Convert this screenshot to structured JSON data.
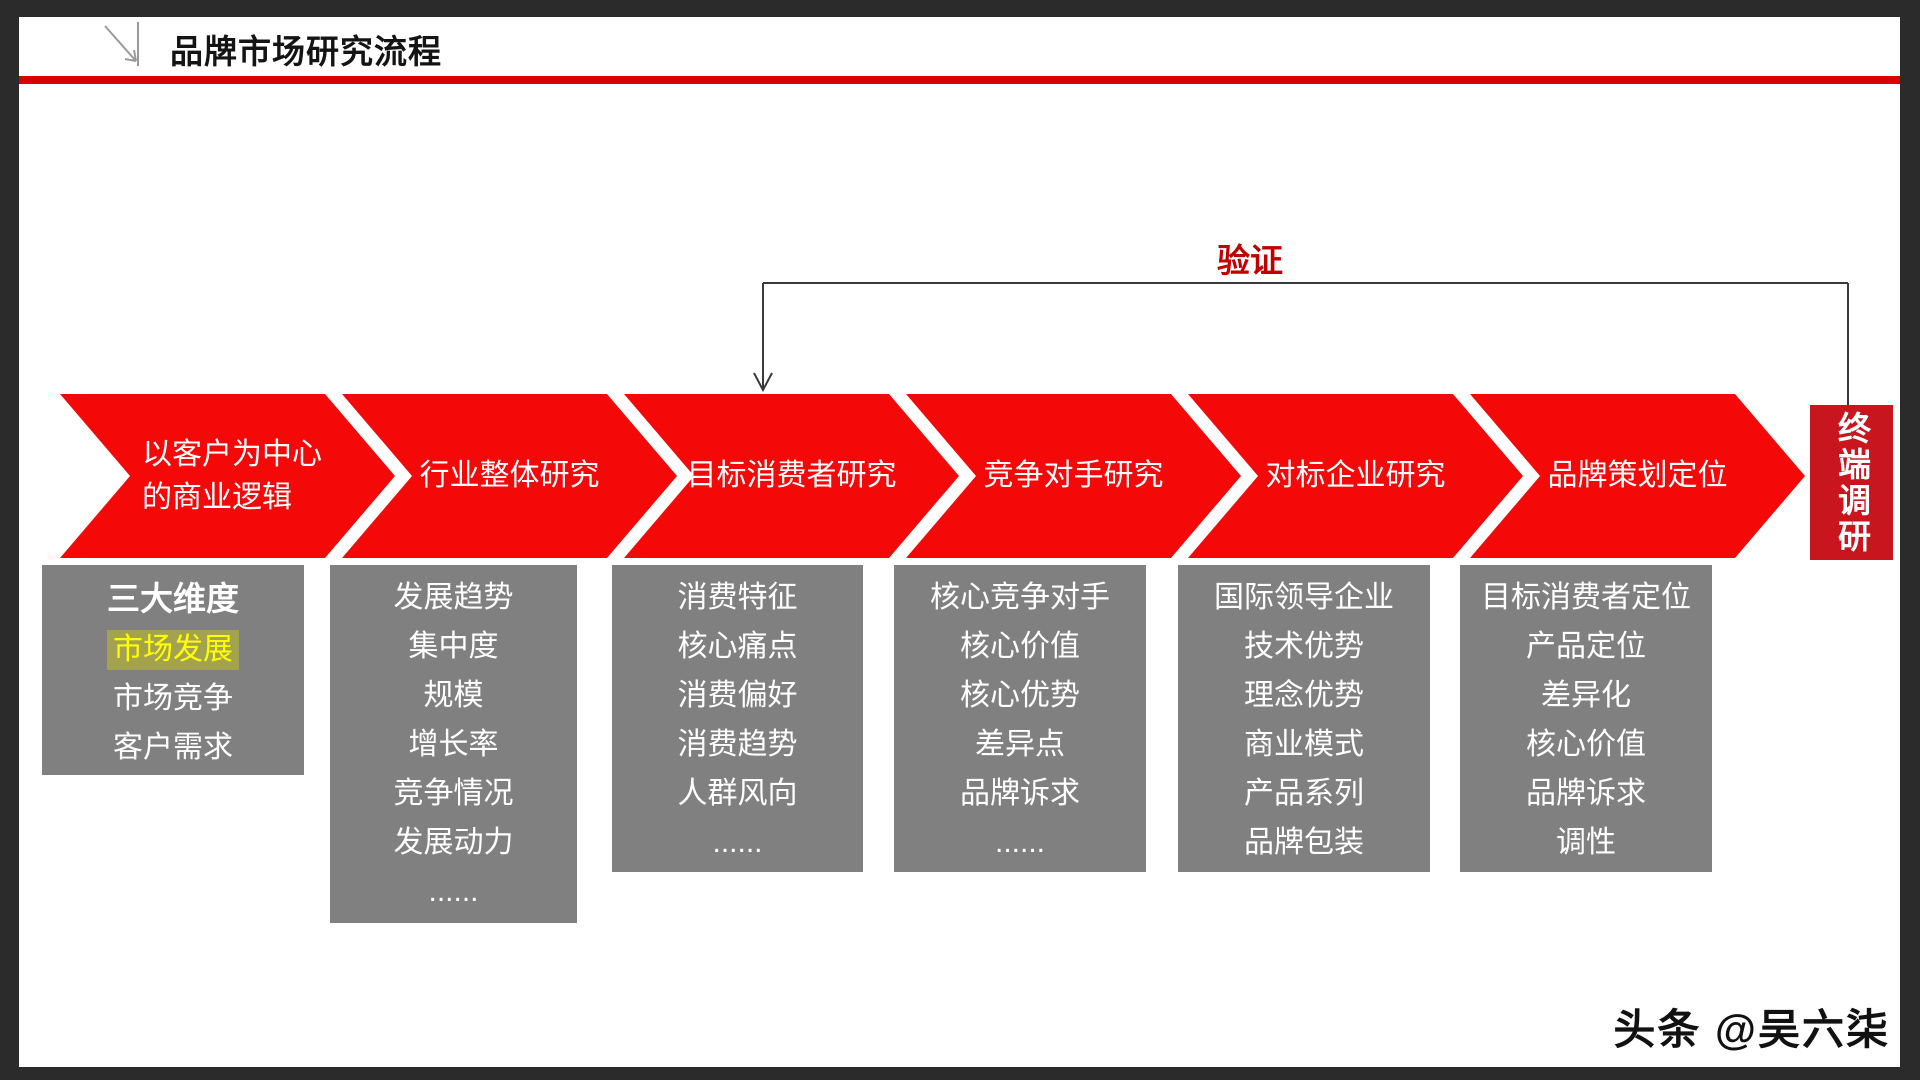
{
  "header": {
    "title": "品牌市场研究流程"
  },
  "verify": {
    "label": "验证"
  },
  "chevrons": [
    {
      "label": "以客户为中心的商业逻辑"
    },
    {
      "label": "行业整体研究"
    },
    {
      "label": "目标消费者研究"
    },
    {
      "label": "竞争对手研究"
    },
    {
      "label": "对标企业研究"
    },
    {
      "label": "品牌策划定位"
    }
  ],
  "terminal": {
    "label": "终端调研"
  },
  "columns": [
    {
      "title": "三大维度",
      "highlight_index": 0,
      "items": [
        "市场发展",
        "市场竞争",
        "客户需求"
      ]
    },
    {
      "items": [
        "发展趋势",
        "集中度",
        "规模",
        "增长率",
        "竞争情况",
        "发展动力",
        "......"
      ]
    },
    {
      "items": [
        "消费特征",
        "核心痛点",
        "消费偏好",
        "消费趋势",
        "人群风向",
        "......"
      ]
    },
    {
      "items": [
        "核心竞争对手",
        "核心价值",
        "核心优势",
        "差异点",
        "品牌诉求",
        "......"
      ]
    },
    {
      "items": [
        "国际领导企业",
        "技术优势",
        "理念优势",
        "商业模式",
        "产品系列",
        "品牌包装"
      ]
    },
    {
      "items": [
        "目标消费者定位",
        "产品定位",
        "差异化",
        "核心价值",
        "品牌诉求",
        "调性"
      ]
    }
  ],
  "watermark": {
    "text": "头条 @吴六柒"
  },
  "colors": {
    "chevron_red": "#F40808",
    "terminal_red": "#C9161E",
    "rule_red": "#D90000",
    "verify_red": "#C00000",
    "box_gray": "#808080",
    "highlight_yellow": "#FFFF00",
    "frame_dark": "#2B2B2B",
    "connector_gray": "#3A3A3A"
  }
}
